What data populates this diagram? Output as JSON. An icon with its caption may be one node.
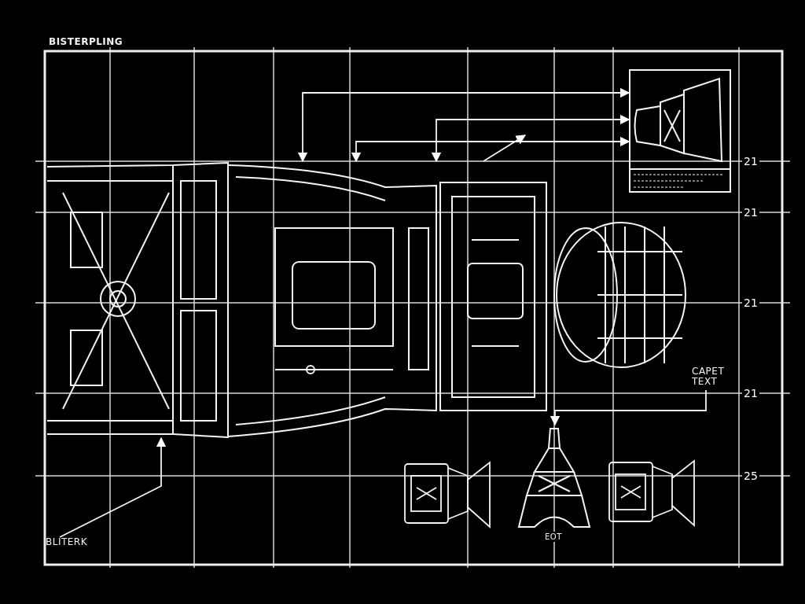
{
  "diagram": {
    "title": "BISTERPLING",
    "nodes": [
      {
        "text": [],
        "shape": "picture"
      },
      {
        "text": [],
        "shape": "picture"
      },
      {
        "text": [
          "CAPET TEXT"
        ]
      },
      {
        "text": [],
        "shape": "picture",
        "beside": [
          "EOT"
        ]
      },
      {
        "text": [
          "BLITERK"
        ]
      }
    ],
    "edges": [
      {
        "from": 0,
        "to": 1,
        "arrow": "both"
      },
      {
        "from": 0,
        "to": 1,
        "arrow": "both"
      },
      {
        "from": 0,
        "to": 1,
        "arrow": "both"
      },
      {
        "from": 2,
        "to": 3,
        "arrow": "to"
      },
      {
        "from": 4,
        "to": 1,
        "arrow": "to"
      },
      {
        "from": 1,
        "to": null,
        "arrow": "to"
      }
    ],
    "labels": [
      "21",
      "21",
      "21",
      "21",
      "25"
    ]
  }
}
